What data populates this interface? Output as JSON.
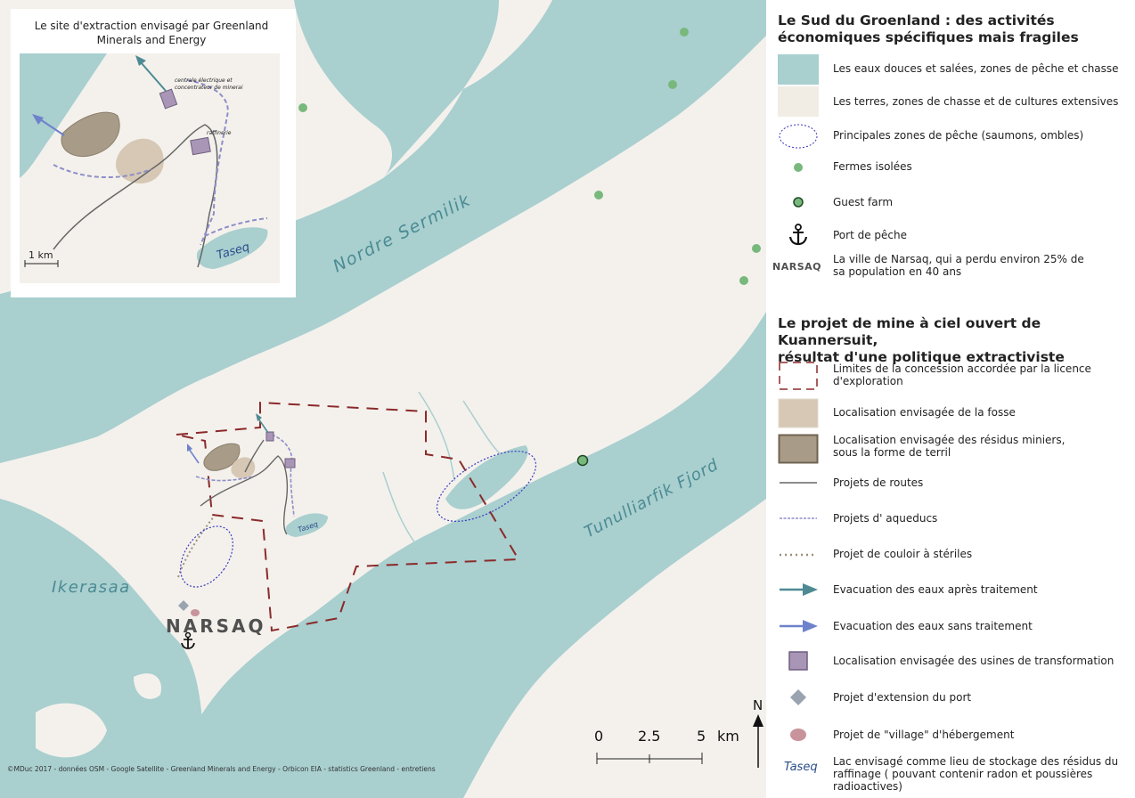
{
  "map": {
    "labels": {
      "nordre": "Nordre Sermilik",
      "tunulliarfik": "Tunulliarfik Fjord",
      "ikerasaa": "Ikerasaa",
      "narsaq": "NARSAQ",
      "taseq_small": "Taseq"
    },
    "inset": {
      "title_line1": "Le site d'extraction envisagé par Greenland",
      "title_line2": "Minerals and Energy",
      "label_centrale_1": "centrale électrique et",
      "label_centrale_2": "concentrateur de minerai",
      "label_raffinerie": "raffinerie",
      "label_taseq": "Taseq",
      "scale_label": "1 km"
    },
    "scale": {
      "label_0": "0",
      "label_2_5": "2.5",
      "label_5": "5",
      "unit": "km"
    },
    "north": "N",
    "credits": "©MDuc 2017 - données OSM - Google Satellite - Greenland Minerals and Energy -  Orbicon EIA - statistics Greenland - entretiens"
  },
  "legend": {
    "section1_title_1": "Le Sud du Groenland : des activités",
    "section1_title_2": "économiques spécifiques mais fragiles",
    "water": "Les eaux douces et salées, zones de pêche et chasse",
    "land": "Les terres, zones de chasse et de cultures extensives",
    "fishing": "Principales zones de pêche (saumons, ombles)",
    "farms": "Fermes isolées",
    "guest_farm": "Guest farm",
    "port": "Port de pêche",
    "narsaq_abbr": "NARSAQ",
    "narsaq_1": "La ville de Narsaq, qui a perdu environ 25% de",
    "narsaq_2": "sa population en 40 ans",
    "section2_title_1": "Le projet de mine à ciel ouvert de Kuannersuit,",
    "section2_title_2": "résultat d'une politique extractiviste",
    "concession_1": "Limites de la concession accordée par la licence",
    "concession_2": "d'exploration",
    "pit": "Localisation envisagée de la fosse",
    "tailings_1": "Localisation envisagée des résidus miniers,",
    "tailings_2": "sous la forme de terril",
    "roads": "Projets de routes",
    "aqueducts": "Projets d' aqueducs",
    "corridor": "Projet de couloir à stériles",
    "treated": "Evacuation des eaux après traitement",
    "untreated": "Evacuation des eaux sans traitement",
    "plants": "Localisation envisagée des usines de transformation",
    "port_ext": "Projet d'extension du port",
    "village": "Projet de \"village\" d'hébergement",
    "taseq_abbr": "Taseq",
    "taseq_1": "Lac envisagé comme lieu de stockage des résidus du",
    "taseq_2": "raffinage ( pouvant contenir radon et poussières",
    "taseq_3": "radioactives)"
  },
  "colors": {
    "water": "#a9cfcf",
    "land": "#f4f1ec",
    "farm": "#78b87c",
    "concession": "#8b2a2a",
    "pit": "#d6c8b4",
    "tailings": "#a89c88",
    "aqueduct": "#8e8ec8",
    "plant": "#a996b6",
    "arrow_treated": "#4e8a94",
    "arrow_untreated": "#6e82cc"
  }
}
